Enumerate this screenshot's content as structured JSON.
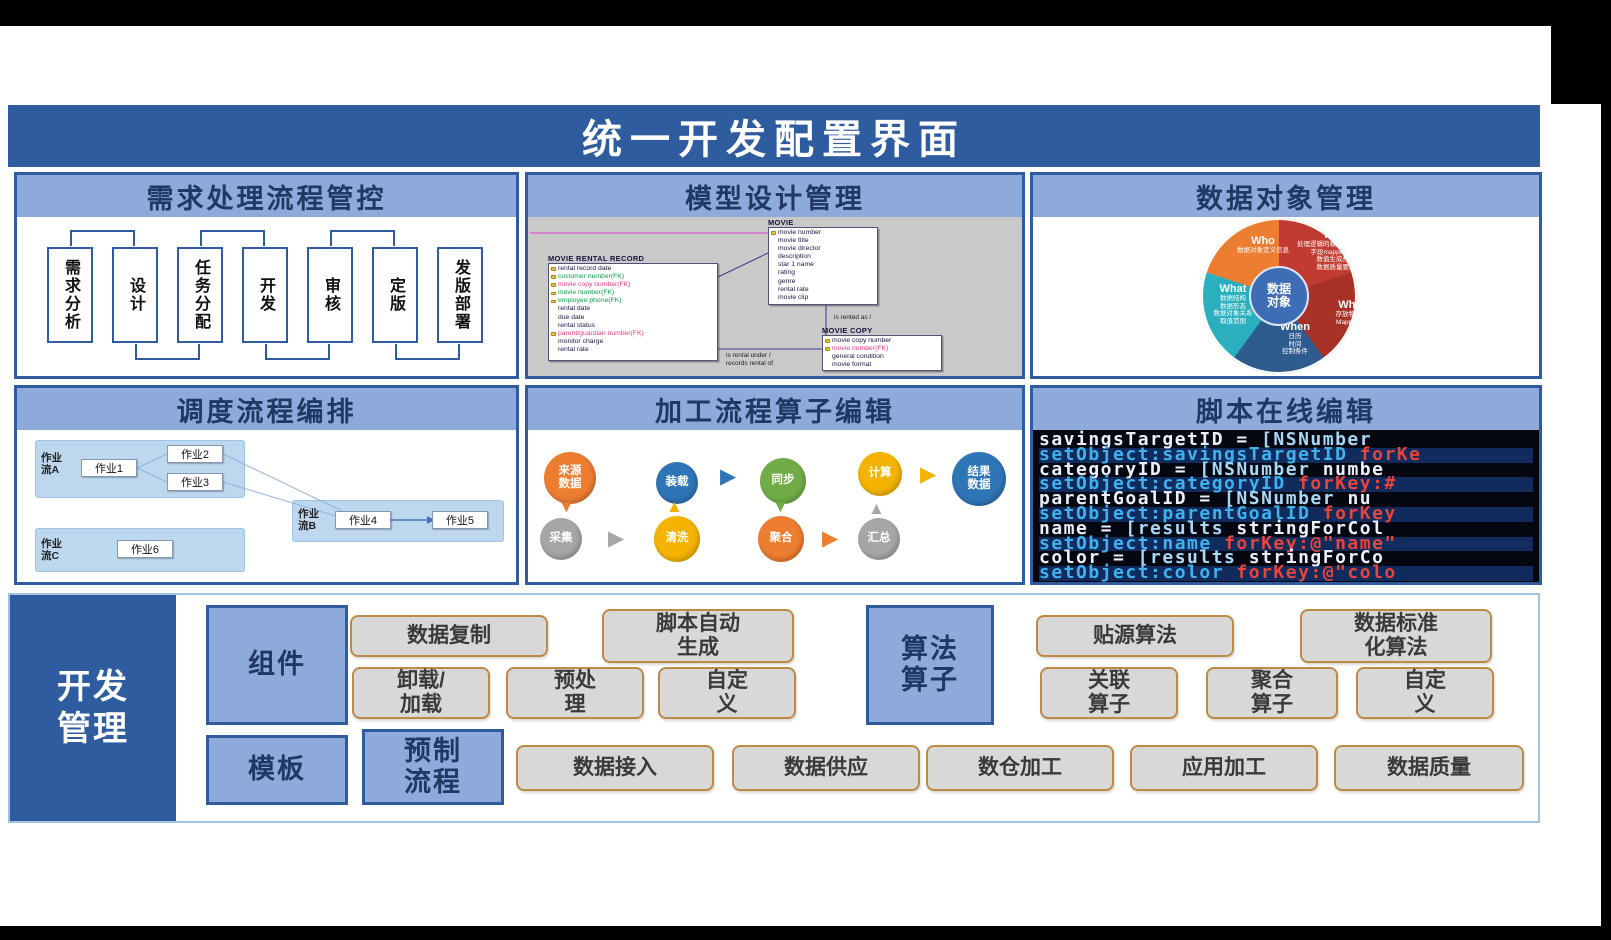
{
  "title": "统一开发配置界面",
  "panels": {
    "requirements": {
      "title": "需求处理流程管控",
      "steps": [
        "需求分析",
        "设计",
        "任务分配",
        "开发",
        "审核",
        "定版",
        "发版部署"
      ]
    },
    "model": {
      "title": "模型设计管理",
      "tables": [
        {
          "name": "MOVIE RENTAL RECORD",
          "rows": [
            {
              "t": "rental record date",
              "c": "d",
              "k": "on"
            },
            {
              "t": "customer number(FK)",
              "c": "g",
              "k": "on"
            },
            {
              "t": "movie copy number(FK)",
              "c": "r",
              "k": "on"
            },
            {
              "t": "movie number(FK)",
              "c": "g",
              "k": "on"
            },
            {
              "t": "employee phone(FK)",
              "c": "g",
              "k": "on"
            },
            {
              "t": "rental date",
              "c": "d"
            },
            {
              "t": "due date",
              "c": "d"
            },
            {
              "t": "rental status",
              "c": "d"
            },
            {
              "t": "parent/guardian number(FK)",
              "c": "r",
              "k": "on"
            },
            {
              "t": "monitor charge",
              "c": "d"
            },
            {
              "t": "rental rate",
              "c": "d"
            }
          ]
        },
        {
          "name": "MOVIE",
          "rows": [
            {
              "t": "movie number",
              "c": "d",
              "k": "on"
            },
            {
              "t": "movie title",
              "c": "d"
            },
            {
              "t": "movie director",
              "c": "d"
            },
            {
              "t": "description",
              "c": "d"
            },
            {
              "t": "star 1 name",
              "c": "d"
            },
            {
              "t": "rating",
              "c": "d"
            },
            {
              "t": "genre",
              "c": "d"
            },
            {
              "t": "rental rate",
              "c": "d"
            },
            {
              "t": "movie clip",
              "c": "d"
            }
          ]
        },
        {
          "name": "MOVIE COPY",
          "rows": [
            {
              "t": "movie copy number",
              "c": "d",
              "k": "on"
            },
            {
              "t": "movie number(FK)",
              "c": "r",
              "k": "on"
            },
            {
              "t": "general condition",
              "c": "d"
            },
            {
              "t": "movie format",
              "c": "d"
            }
          ]
        }
      ],
      "relation_labels": [
        "is rented as /",
        "is rental under /\nrecords rental of"
      ]
    },
    "dataobject": {
      "title": "数据对象管理",
      "center": "数据\n对象",
      "segments": [
        {
          "name": "Who",
          "desc": "数据对象定义信息",
          "color": "#ED7D31"
        },
        {
          "name": "How",
          "desc": "处理逻辑的顺序描述及算法\n字段mapping信息\n数值生成规则\n数据质量要求",
          "color": "#C23B32"
        },
        {
          "name": "Where",
          "desc": "存放物理路径\nMapping关系",
          "color": "#A93226"
        },
        {
          "name": "When",
          "desc": "日历\n时间\n控制条件",
          "color": "#2E5C8F"
        },
        {
          "name": "What",
          "desc": "数据结构\n数据形态\n数据对象关系\n取值范围",
          "color": "#2AAFBF"
        }
      ]
    },
    "schedule": {
      "title": "调度流程编排",
      "flows": [
        {
          "label": "作业\n流A",
          "jobs": [
            "作业1",
            "作业2",
            "作业3"
          ]
        },
        {
          "label": "作业\n流B",
          "jobs": [
            "作业4",
            "作业5"
          ]
        },
        {
          "label": "作业\n流C",
          "jobs": [
            "作业6"
          ]
        }
      ]
    },
    "operators": {
      "title": "加工流程算子编辑",
      "nodes": [
        "来源\n数据",
        "装载",
        "同步",
        "计算",
        "结果\n数据",
        "采集",
        "清洗",
        "聚合",
        "汇总"
      ]
    },
    "script": {
      "title": "脚本在线编辑",
      "code": [
        "savingsTargetID = [NSNumber",
        "setObject:savingsTargetID forKe",
        "categoryID = [NSNumber numbe",
        "setObject:categoryID forKey:#",
        "parentGoalID = [NSNumber nu",
        "setObject:parentGoalID forKey",
        "name = [results stringForCol",
        "setObject:name forKey:@\"name\"",
        "color = [results stringForCo",
        "setObject:color forKey:@\"colo"
      ]
    }
  },
  "bottom": {
    "dev_label": "开发\n管理",
    "component": {
      "label": "组件",
      "buttons": [
        "数据复制",
        "脚本自动\n生成",
        "卸载/\n加载",
        "预处\n理",
        "自定\n义"
      ]
    },
    "algorithm": {
      "label": "算法\n算子",
      "buttons": [
        "贴源算法",
        "数据标准\n化算法",
        "关联\n算子",
        "聚合\n算子",
        "自定\n义"
      ]
    },
    "template": {
      "label": "模板",
      "prefab": "预制\n流程",
      "buttons": [
        "数据接入",
        "数据供应",
        "数仓加工",
        "应用加工",
        "数据质量"
      ]
    }
  },
  "colors": {
    "frame_blue": "#2F5C9E",
    "panel_header_fill": "#8EAADB",
    "panel_header_text": "#1F3864",
    "button_fill": "#D8D8D8",
    "button_border": "#BE8A45",
    "flow_fill": "#BDD7EE",
    "node_orange": "#ED7D31",
    "node_blue": "#2E75B6",
    "node_green": "#70AD47",
    "node_gold": "#F5B301",
    "node_gray": "#A6A6A6"
  }
}
